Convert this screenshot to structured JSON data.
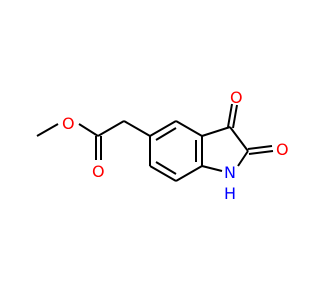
{
  "molecule": {
    "atoms": {
      "ester_o": "O",
      "carbonyl_o_ester": "O",
      "ketone_o": "O",
      "amide_o": "O",
      "nitrogen": "N",
      "hydrogen": "H"
    },
    "colors": {
      "bond": "#000000",
      "oxygen": "#ff0000",
      "nitrogen": "#0000ff"
    }
  }
}
